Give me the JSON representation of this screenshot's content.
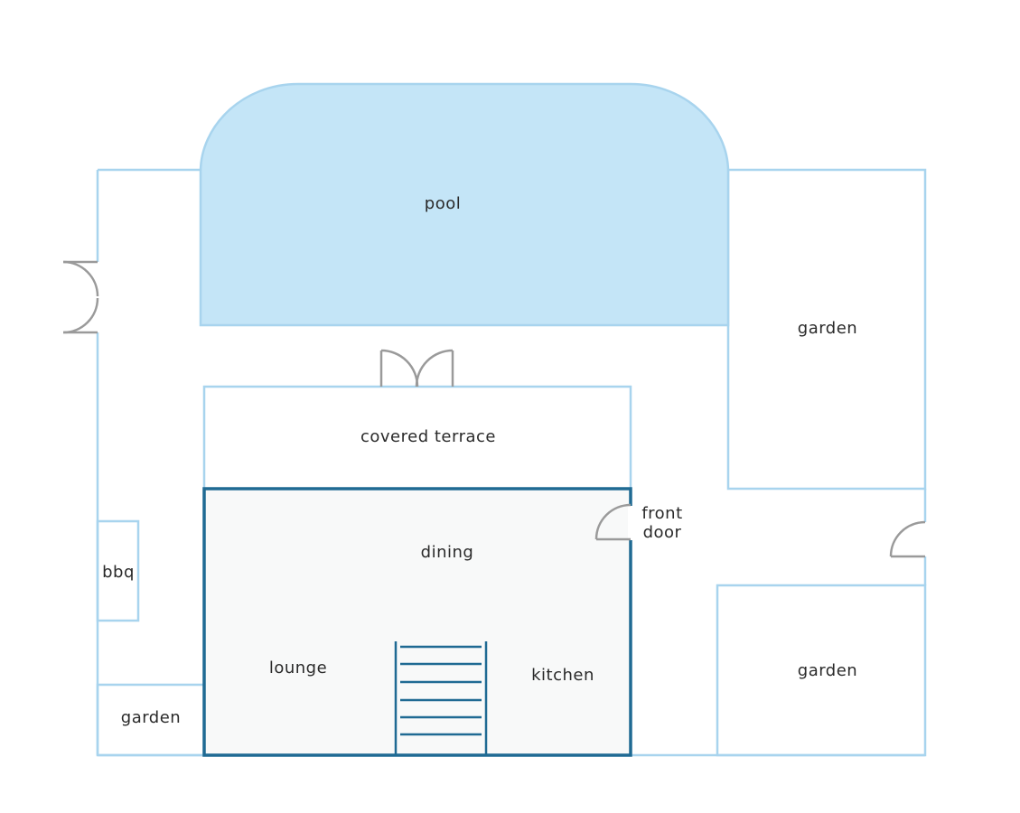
{
  "colors": {
    "outline": "#a8d4ee",
    "pool_fill": "#c4e5f7",
    "house_wall": "#1f6a93",
    "house_fill": "#f8f9f9",
    "door": "#9a9a9a"
  },
  "rooms": {
    "pool": "pool",
    "garden_right_top": "garden",
    "covered_terrace": "covered terrace",
    "front_door_line1": "front",
    "front_door_line2": "door",
    "dining": "dining",
    "bbq": "bbq",
    "lounge": "lounge",
    "kitchen": "kitchen",
    "garden_bottom_left": "garden",
    "garden_right_bottom": "garden"
  }
}
